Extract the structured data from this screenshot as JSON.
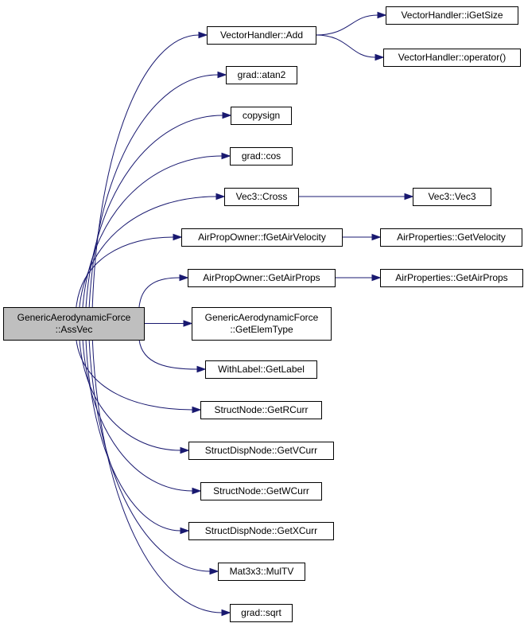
{
  "graph": {
    "root": {
      "id": "root",
      "lines": [
        "GenericAerodynamicForce",
        "::AssVec"
      ]
    },
    "nodes": [
      {
        "id": "vh_add",
        "lines": [
          "VectorHandler::Add"
        ]
      },
      {
        "id": "vh_igetsize",
        "lines": [
          "VectorHandler::iGetSize"
        ]
      },
      {
        "id": "vh_operator",
        "lines": [
          "VectorHandler::operator()"
        ]
      },
      {
        "id": "grad_atan2",
        "lines": [
          "grad::atan2"
        ]
      },
      {
        "id": "copysign",
        "lines": [
          "copysign"
        ]
      },
      {
        "id": "grad_cos",
        "lines": [
          "grad::cos"
        ]
      },
      {
        "id": "vec3_cross",
        "lines": [
          "Vec3::Cross"
        ]
      },
      {
        "id": "vec3_vec3",
        "lines": [
          "Vec3::Vec3"
        ]
      },
      {
        "id": "apo_fgetairvelocity",
        "lines": [
          "AirPropOwner::fGetAirVelocity"
        ]
      },
      {
        "id": "ap_getvelocity",
        "lines": [
          "AirProperties::GetVelocity"
        ]
      },
      {
        "id": "apo_getairprops",
        "lines": [
          "AirPropOwner::GetAirProps"
        ]
      },
      {
        "id": "ap_getairprops",
        "lines": [
          "AirProperties::GetAirProps"
        ]
      },
      {
        "id": "gaf_getelemtype",
        "lines": [
          "GenericAerodynamicForce",
          "::GetElemType"
        ]
      },
      {
        "id": "wl_getlabel",
        "lines": [
          "WithLabel::GetLabel"
        ]
      },
      {
        "id": "sn_getrcurr",
        "lines": [
          "StructNode::GetRCurr"
        ]
      },
      {
        "id": "sdn_getvcurr",
        "lines": [
          "StructDispNode::GetVCurr"
        ]
      },
      {
        "id": "sn_getwcurr",
        "lines": [
          "StructNode::GetWCurr"
        ]
      },
      {
        "id": "sdn_getxcurr",
        "lines": [
          "StructDispNode::GetXCurr"
        ]
      },
      {
        "id": "mat3x3_multv",
        "lines": [
          "Mat3x3::MulTV"
        ]
      },
      {
        "id": "grad_sqrt",
        "lines": [
          "grad::sqrt"
        ]
      }
    ],
    "edges": [
      {
        "from": "root",
        "to": "vh_add"
      },
      {
        "from": "root",
        "to": "grad_atan2"
      },
      {
        "from": "root",
        "to": "copysign"
      },
      {
        "from": "root",
        "to": "grad_cos"
      },
      {
        "from": "root",
        "to": "vec3_cross"
      },
      {
        "from": "root",
        "to": "apo_fgetairvelocity"
      },
      {
        "from": "root",
        "to": "apo_getairprops"
      },
      {
        "from": "root",
        "to": "gaf_getelemtype"
      },
      {
        "from": "root",
        "to": "wl_getlabel"
      },
      {
        "from": "root",
        "to": "sn_getrcurr"
      },
      {
        "from": "root",
        "to": "sdn_getvcurr"
      },
      {
        "from": "root",
        "to": "sn_getwcurr"
      },
      {
        "from": "root",
        "to": "sdn_getxcurr"
      },
      {
        "from": "root",
        "to": "mat3x3_multv"
      },
      {
        "from": "root",
        "to": "grad_sqrt"
      },
      {
        "from": "vh_add",
        "to": "vh_igetsize"
      },
      {
        "from": "vh_add",
        "to": "vh_operator"
      },
      {
        "from": "vec3_cross",
        "to": "vec3_vec3"
      },
      {
        "from": "apo_fgetairvelocity",
        "to": "ap_getvelocity"
      },
      {
        "from": "apo_getairprops",
        "to": "ap_getairprops"
      }
    ]
  },
  "colors": {
    "edge": "#191970",
    "root_fill": "#bfbfbf",
    "node_fill": "#ffffff",
    "node_stroke": "#000000"
  }
}
